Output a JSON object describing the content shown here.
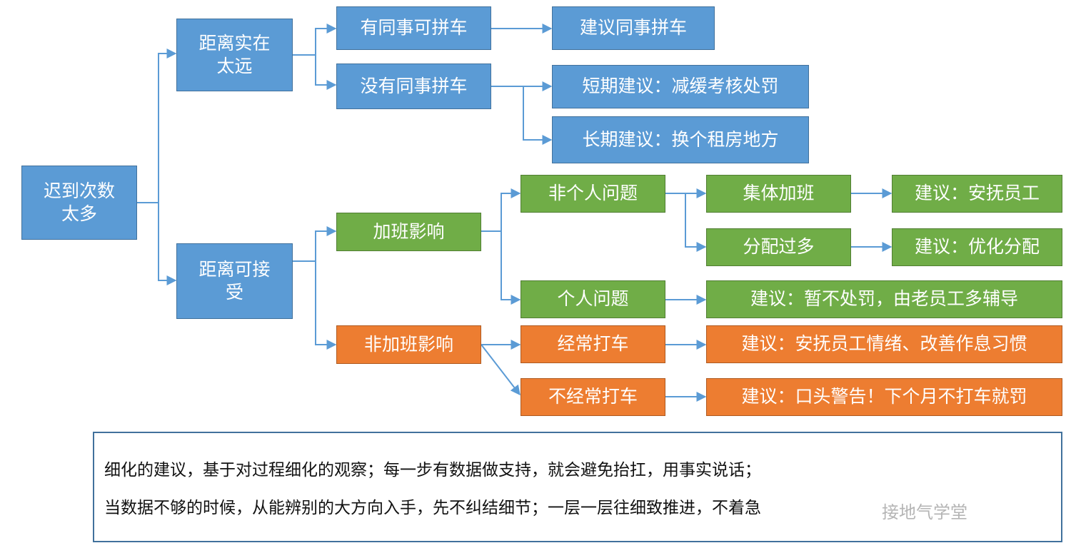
{
  "colors": {
    "blue": "#5b9bd5",
    "green": "#70ad47",
    "orange": "#ed7d31",
    "connector": "#5b9bd5",
    "note_border": "#41719c"
  },
  "nodes": {
    "root": "迟到次数\n太多",
    "far": "距离实在\n太远",
    "ok": "距离可接\n受",
    "has_colleague": "有同事可拼车",
    "no_colleague": "没有同事拼车",
    "suggest_carpool": "建议同事拼车",
    "short_term": "短期建议：减缓考核处罚",
    "long_term": "长期建议：换个租房地方",
    "overtime": "加班影响",
    "non_overtime": "非加班影响",
    "not_personal": "非个人问题",
    "personal": "个人问题",
    "group_overtime": "集体加班",
    "overloaded": "分配过多",
    "soothe": "建议：安抚员工",
    "optimize": "建议：优化分配",
    "no_punish": "建议：暂不处罚，由老员工多辅导",
    "frequent_taxi": "经常打车",
    "infrequent_taxi": "不经常打车",
    "soothe_habits": "建议：安抚员工情绪、改善作息习惯",
    "warning": "建议：口头警告！下个月不打车就罚"
  },
  "note": {
    "line1": "细化的建议，基于对过程细化的观察；每一步有数据做支持，就会避免抬扛，用事实说话；",
    "line2": "当数据不够的时候，从能辨别的大方向入手，先不纠结细节；一层一层往细致推进，不着急"
  },
  "watermark": "接地气学堂"
}
